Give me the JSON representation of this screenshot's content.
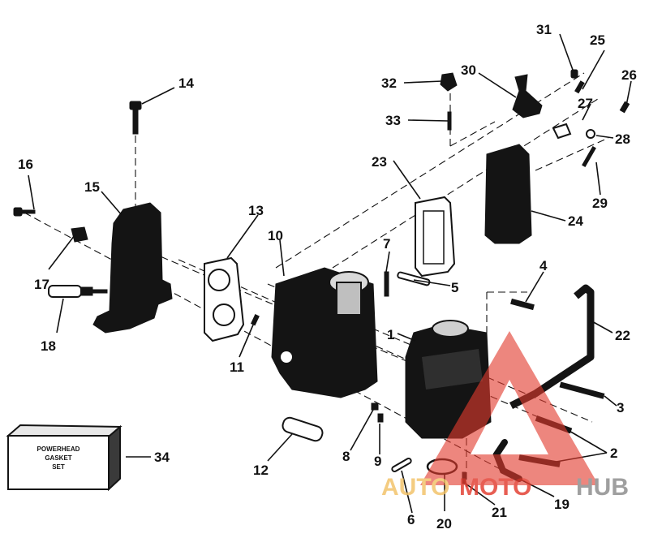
{
  "callouts": {
    "c1": "1",
    "c2": "2",
    "c3": "3",
    "c4": "4",
    "c5": "5",
    "c6": "6",
    "c7": "7",
    "c8": "8",
    "c9": "9",
    "c10": "10",
    "c11": "11",
    "c12": "12",
    "c13": "13",
    "c14": "14",
    "c15": "15",
    "c16": "16",
    "c17": "17",
    "c18": "18",
    "c19": "19",
    "c20": "20",
    "c21": "21",
    "c22": "22",
    "c23": "23",
    "c24": "24",
    "c25": "25",
    "c26": "26",
    "c27": "27",
    "c28": "28",
    "c29": "29",
    "c30": "30",
    "c31": "31",
    "c32": "32",
    "c33": "33",
    "c34": "34"
  },
  "kit": {
    "line1": "POWERHEAD",
    "line2": "GASKET",
    "line3": "SET"
  },
  "watermark": {
    "auto": "AUTO",
    "moto": "MOTO",
    "hub": "HUB"
  },
  "colors": {
    "ink": "#141414",
    "watermark_red": "#e23b2e",
    "watermark_gold": "#f2c266",
    "watermark_gray": "#8a8a8a"
  }
}
